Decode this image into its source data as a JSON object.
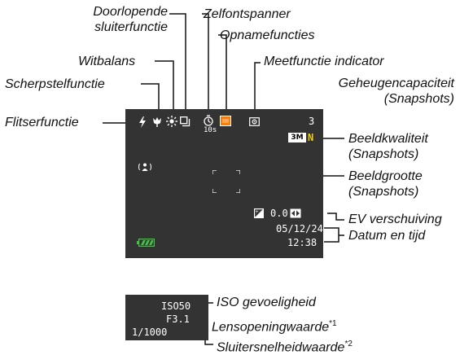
{
  "colors": {
    "screen_bg": "#333333",
    "text_on_screen": "#ffffff",
    "recording_mode_icon": "#ff7a00",
    "quality_letter": "#f0d000",
    "battery": "#3fc83f"
  },
  "labels": {
    "continuous_shutter_line1": "Doorlopende",
    "continuous_shutter_line2": "sluiterfunctie",
    "self_timer": "Zelfontspanner",
    "recording_modes": "Opnamefuncties",
    "white_balance": "Witbalans",
    "metering_indicator": "Meetfunctie indicator",
    "memory_capacity_line1": "Geheugencapaciteit",
    "memory_capacity_line2": "(Snapshots)",
    "focus_mode": "Scherpstelfunctie",
    "flash_mode": "Flitserfunctie",
    "image_quality_line1": "Beeldkwaliteit",
    "image_quality_line2": "(Snapshots)",
    "image_size_line1": "Beeldgrootte",
    "image_size_line2": "(Snapshots)",
    "ev_shift": "EV verschuiving",
    "date_time": "Datum en tijd",
    "iso_sensitivity": "ISO gevoeligheid",
    "aperture_value": "Lensopeningwaarde",
    "aperture_note": "*1",
    "shutter_speed_value": "Sluitersnelheidwaarde",
    "shutter_speed_note": "*2"
  },
  "screen": {
    "memory_count": "3",
    "self_timer_time": "10s",
    "image_size": "3M",
    "image_quality": "N",
    "ev_value": "0.0",
    "date": "05/12/24",
    "time": "12:38"
  },
  "screen2": {
    "iso": "ISO50",
    "aperture": "F3.1",
    "shutter": "1/1000"
  },
  "icons": {
    "flash": "flash-icon",
    "focus": "macro-focus-icon",
    "white_balance": "sun-icon",
    "continuous": "continuous-shutter-icon",
    "self_timer": "self-timer-icon",
    "recording_mode": "recording-mode-icon",
    "metering": "metering-icon",
    "anti_shake": "anti-shake-icon",
    "ev": "ev-icon",
    "battery": "battery-icon"
  }
}
